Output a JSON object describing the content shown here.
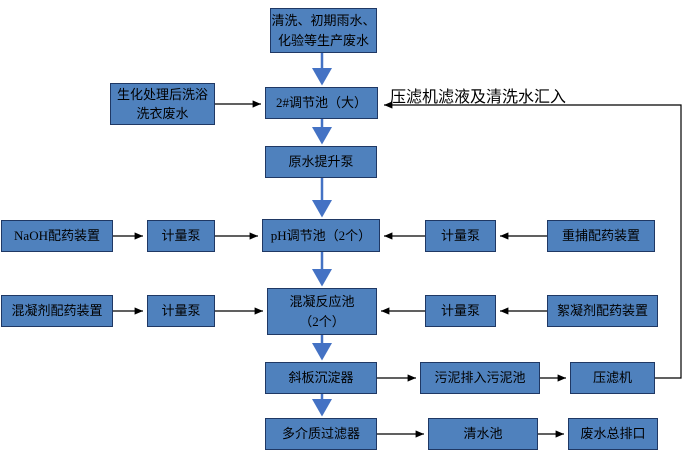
{
  "colors": {
    "background": "#ffffff",
    "box_fill": "#4f81bd",
    "box_border": "#1f3864",
    "arrow_vertical": "#4472c4",
    "arrow_horizontal": "#000000",
    "text": "#000000"
  },
  "nodes": {
    "top_source": "清洗、初期雨水、\n化验等生产废水",
    "biochem_wastewater": "生化处理后洗浴\n洗衣废水",
    "tank2": "2#调节池（大）",
    "raw_water_pump": "原水提升泵",
    "naoh_dosing": "NaOH配药装置",
    "metering_pump_ph_left": "计量泵",
    "ph_tank": "pH调节池（2个）",
    "metering_pump_ph_right": "计量泵",
    "heavy_metal_dosing": "重捕配药装置",
    "coagulant_dosing": "混凝剂配药装置",
    "metering_pump_coag_left": "计量泵",
    "coagulation_tank": "混凝反应池\n（2个）",
    "metering_pump_coag_right": "计量泵",
    "flocculant_dosing": "絮凝剂配药装置",
    "inclined_settler": "斜板沉淀器",
    "sludge_discharge": "污泥排入污泥池",
    "filter_press": "压滤机",
    "multimedia_filter": "多介质过滤器",
    "clean_water_tank": "清水池",
    "outlet": "废水总排口"
  },
  "labels": {
    "filtrate_return": "压滤机滤液及清洗水汇入"
  }
}
